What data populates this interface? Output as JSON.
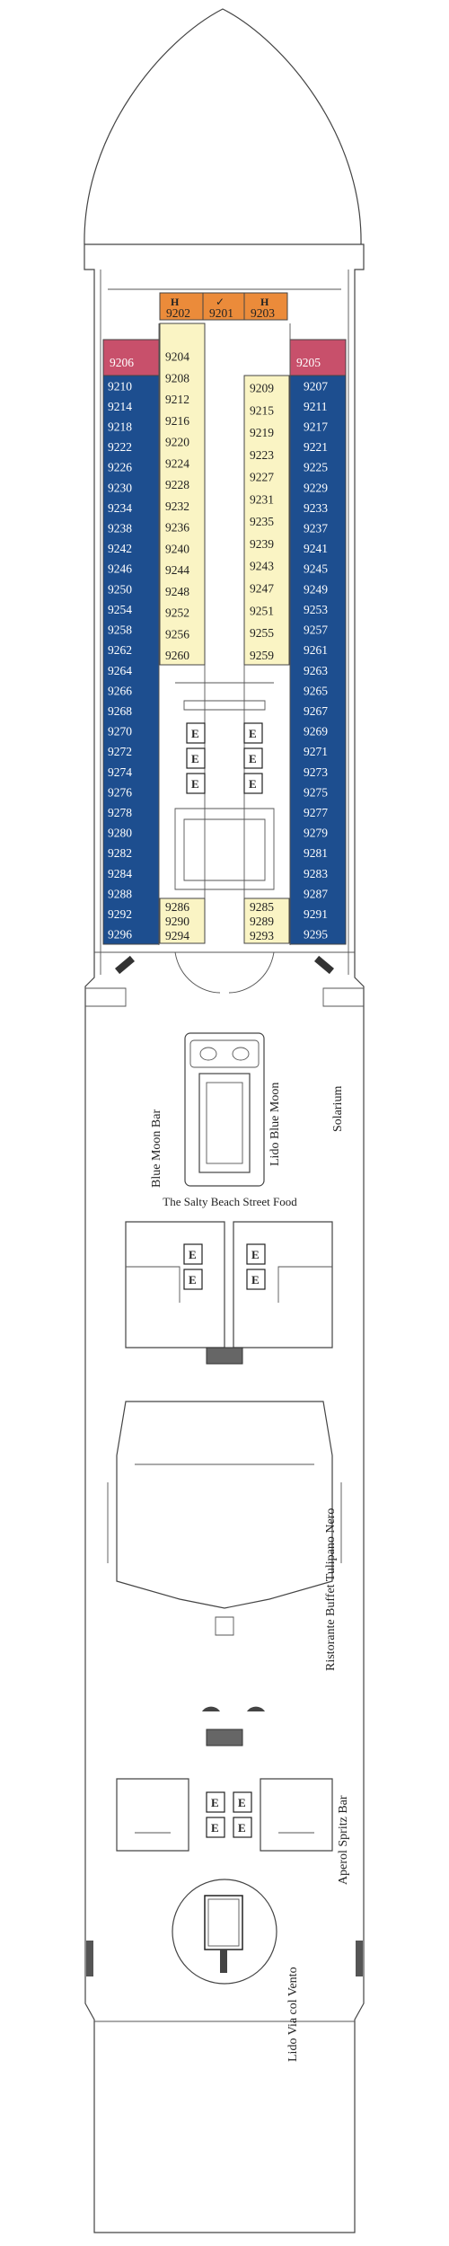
{
  "colors": {
    "blue": "#1d4e8f",
    "yellow": "#faf4c4",
    "orange": "#eb8b3a",
    "pink": "#c8506b",
    "outline": "#444444"
  },
  "cabins": {
    "front": [
      "9202",
      "9201",
      "9203"
    ],
    "pink": [
      "9206",
      "9205"
    ],
    "outer_left": [
      "9210",
      "9214",
      "9218",
      "9222",
      "9226",
      "9230",
      "9234",
      "9238",
      "9242",
      "9246",
      "9250",
      "9254",
      "9258",
      "9262",
      "9264",
      "9266",
      "9268",
      "9270",
      "9272",
      "9274",
      "9276",
      "9278",
      "9280",
      "9282",
      "9284",
      "9288",
      "9292",
      "9296"
    ],
    "outer_right": [
      "9207",
      "9211",
      "9217",
      "9221",
      "9225",
      "9229",
      "9233",
      "9237",
      "9241",
      "9245",
      "9249",
      "9253",
      "9257",
      "9261",
      "9263",
      "9265",
      "9267",
      "9269",
      "9271",
      "9273",
      "9275",
      "9277",
      "9279",
      "9281",
      "9283",
      "9287",
      "9291",
      "9295"
    ],
    "inner_left": [
      "9204",
      "9208",
      "9212",
      "9216",
      "9220",
      "9224",
      "9228",
      "9232",
      "9236",
      "9240",
      "9244",
      "9248",
      "9252",
      "9256",
      "9260"
    ],
    "inner_right": [
      "9209",
      "9215",
      "9219",
      "9223",
      "9227",
      "9231",
      "9235",
      "9239",
      "9243",
      "9247",
      "9251",
      "9255",
      "9259"
    ],
    "aft_left": [
      "9286",
      "9290",
      "9294"
    ],
    "aft_right": [
      "9285",
      "9289",
      "9293"
    ]
  },
  "symbols": {
    "elevator": "E",
    "accessible": "H",
    "check": "✓",
    "stars": "**"
  },
  "venues": {
    "blue_moon_bar": "Blue Moon Bar",
    "lido_blue_moon": "Lido Blue Moon",
    "solarium": "Solarium",
    "salty_beach": "The Salty Beach Street Food",
    "tulipano_nero": "Ristorante Buffet Tulipano Nero",
    "aperol_spritz": "Aperol Spritz Bar",
    "lido_via_col_vento": "Lido Via col Vento"
  }
}
